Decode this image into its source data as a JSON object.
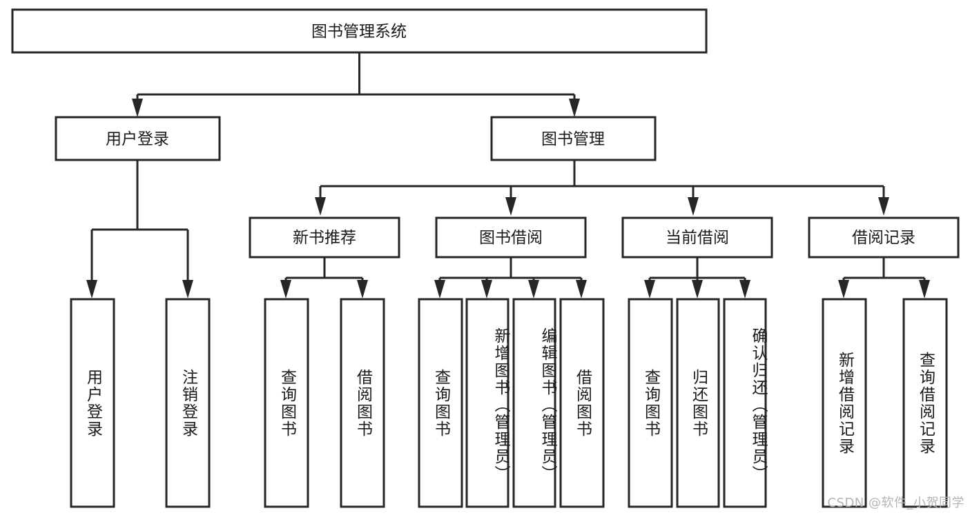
{
  "diagram": {
    "type": "tree-hierarchy",
    "title": "图书管理系统功能结构图",
    "background_color": "#ffffff",
    "line_color": "#262626",
    "text_color": "#1a1a1a",
    "root": {
      "id": "root",
      "label": "图书管理系统"
    },
    "level2": [
      {
        "id": "user-login",
        "label": "用户登录"
      },
      {
        "id": "book-manage",
        "label": "图书管理"
      }
    ],
    "level3": [
      {
        "id": "new-book-recommend",
        "label": "新书推荐",
        "parent": "book-manage"
      },
      {
        "id": "book-borrow",
        "label": "图书借阅",
        "parent": "book-manage"
      },
      {
        "id": "current-borrow",
        "label": "当前借阅",
        "parent": "book-manage"
      },
      {
        "id": "borrow-record",
        "label": "借阅记录",
        "parent": "book-manage"
      }
    ],
    "leaves": [
      {
        "id": "leaf-user-login",
        "label": "用户登录",
        "parent": "user-login"
      },
      {
        "id": "leaf-logout-login",
        "label": "注销登录",
        "parent": "user-login"
      },
      {
        "id": "leaf-query-book-1",
        "label": "查询图书",
        "parent": "new-book-recommend"
      },
      {
        "id": "leaf-borrow-book-1",
        "label": "借阅图书",
        "parent": "new-book-recommend"
      },
      {
        "id": "leaf-query-book-2",
        "label": "查询图书",
        "parent": "book-borrow"
      },
      {
        "id": "leaf-add-book",
        "label": "新增图书（管理员）",
        "parent": "book-borrow"
      },
      {
        "id": "leaf-edit-book",
        "label": "编辑图书（管理员）",
        "parent": "book-borrow"
      },
      {
        "id": "leaf-borrow-book-2",
        "label": "借阅图书",
        "parent": "book-borrow"
      },
      {
        "id": "leaf-query-book-3",
        "label": "查询图书",
        "parent": "current-borrow"
      },
      {
        "id": "leaf-return-book",
        "label": "归还图书",
        "parent": "current-borrow"
      },
      {
        "id": "leaf-confirm-return",
        "label": "确认归还（管理员）",
        "parent": "current-borrow"
      },
      {
        "id": "leaf-add-record",
        "label": "新增借阅记录",
        "parent": "borrow-record"
      },
      {
        "id": "leaf-query-record",
        "label": "查询借阅记录",
        "parent": "borrow-record"
      }
    ]
  },
  "watermark": {
    "text": "CSDN @软件_小贺同学"
  }
}
